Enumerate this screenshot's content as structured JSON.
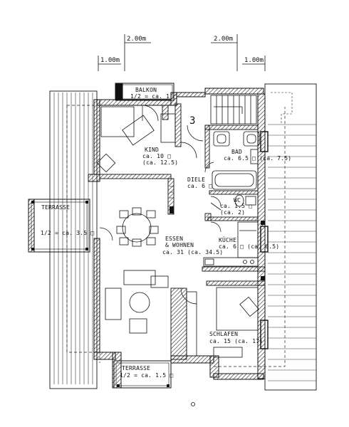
{
  "dimensions": {
    "top_left_outer": "2.00m",
    "top_right_outer": "2.00m",
    "top_left_inner": "1.00m",
    "top_right_inner": "1.00m"
  },
  "unit_number": "3",
  "rooms": {
    "balkon": {
      "name": "BALKON",
      "area": "1/2 = ca. 1 □"
    },
    "kind": {
      "name": "KIND",
      "area": "ca. 10 □",
      "area_alt": "(ca. 12.5)"
    },
    "bad": {
      "name": "BAD",
      "area": "ca. 6.5 □ (ca. 7.5)"
    },
    "diele": {
      "name": "DIELE",
      "area": "ca. 6 □"
    },
    "wc": {
      "name": "WC",
      "area": "ca. 1.5 □",
      "area_alt": "(ca. 2)"
    },
    "terrasse_west": {
      "name": "TERRASSE",
      "area": "1/2 = ca. 3.5 □"
    },
    "kueche": {
      "name": "KÜCHE",
      "area": "ca. 6 □ (ca. 6.5)"
    },
    "essen_wohnen": {
      "name_1": "ESSEN",
      "name_2": "& WOHNEN",
      "area": "ca. 31 (ca. 34.5)"
    },
    "schlafen": {
      "name": "SCHLAFEN",
      "area": "ca. 15 (ca. 17)"
    },
    "terrasse_south": {
      "name": "TERRASSE",
      "area": "1/2 = ca. 1.5 □"
    }
  }
}
